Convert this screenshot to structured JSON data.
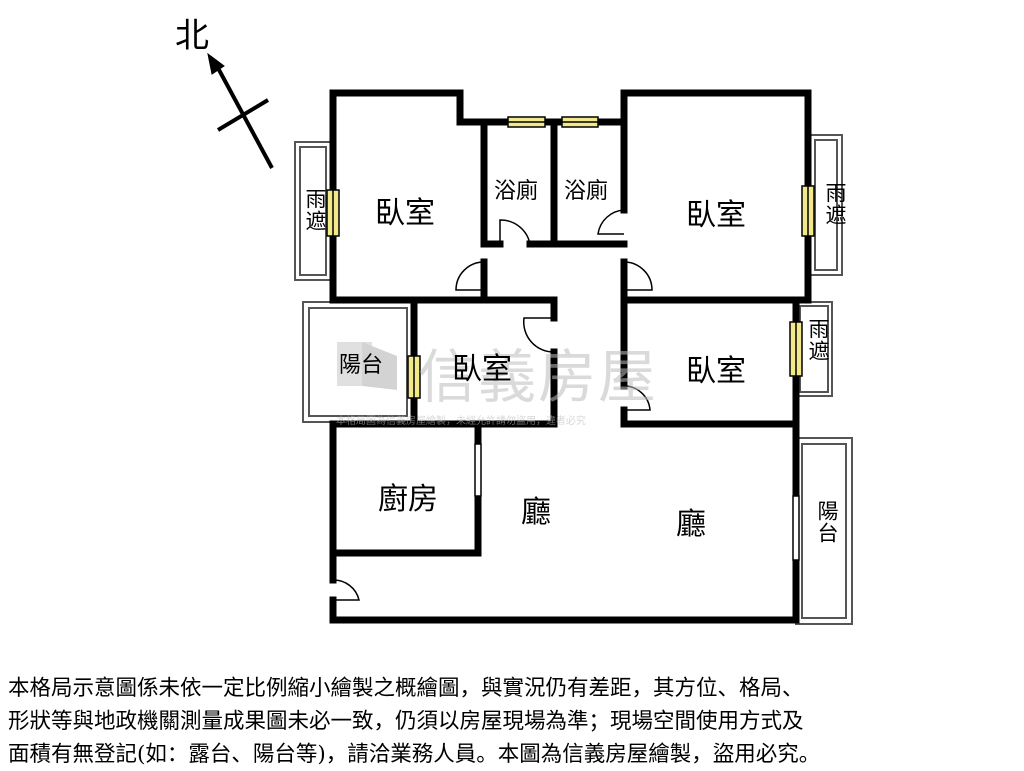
{
  "compass": {
    "north_label": "北"
  },
  "rooms": {
    "bedroom_top_left": "臥室",
    "bath_left": "浴廁",
    "bath_right": "浴廁",
    "bedroom_top_right": "臥室",
    "balcony_left": "陽台",
    "bedroom_middle": "臥室",
    "bedroom_middle_right": "臥室",
    "kitchen": "廚房",
    "hall_left": "廳",
    "hall_right": "廳",
    "canopy_left": "雨遮",
    "canopy_right_top": "雨遮",
    "canopy_right_mid": "雨遮",
    "balcony_right": "陽台"
  },
  "watermark": {
    "brand": "信義房屋",
    "note": "本格局圖為信義房屋繪製，未經允許請勿盜用，違者必究"
  },
  "colors": {
    "wall": "#000000",
    "window": "#f2ea8a",
    "watermark": "#bdbdbd"
  },
  "disclaimer": {
    "line1": "本格局示意圖係未依一定比例縮小繪製之概繪圖，與實況仍有差距，其方位、格局、",
    "line2": "形狀等與地政機關測量成果圖未必一致，仍須以房屋現場為準；現場空間使用方式及",
    "line3": "面積有無登記(如：露台、陽台等)，請洽業務人員。本圖為信義房屋繪製，盜用必究。"
  }
}
